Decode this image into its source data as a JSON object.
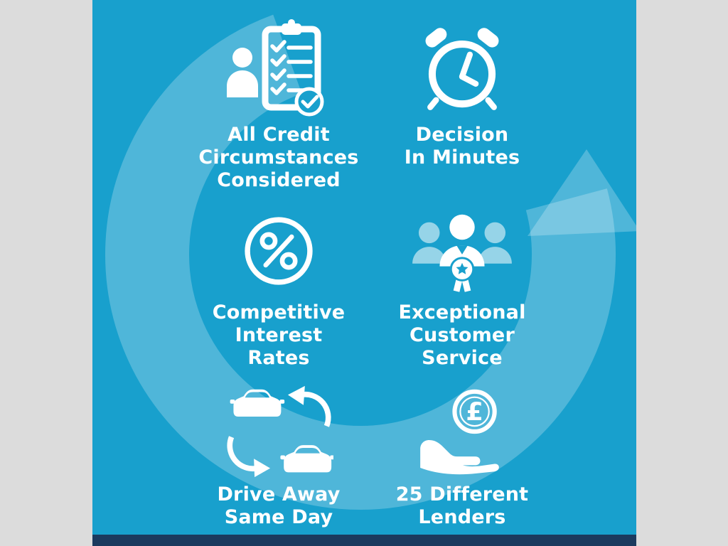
{
  "infographic": {
    "features": [
      {
        "label": "All Credit\nCircumstances\nConsidered",
        "icon": "credit-checklist-icon"
      },
      {
        "label": "Decision\nIn Minutes",
        "icon": "alarm-clock-icon"
      },
      {
        "label": "Competitive\nInterest\nRates",
        "icon": "percent-icon"
      },
      {
        "label": "Exceptional\nCustomer\nService",
        "icon": "customer-service-icon"
      },
      {
        "label": "Drive Away\nSame Day",
        "icon": "car-cycle-icon"
      },
      {
        "label": "25 Different\nLenders",
        "icon": "pound-coin-hand-icon"
      }
    ],
    "coin_symbol": "£",
    "colors": {
      "main_background": "#18a0cd",
      "side_background": "#dcdcdc",
      "bottom_bar": "#1b3a5e",
      "watermark_arrow": "rgba(255,255,255,0.24)",
      "icon": "#ffffff",
      "text": "#ffffff"
    }
  }
}
